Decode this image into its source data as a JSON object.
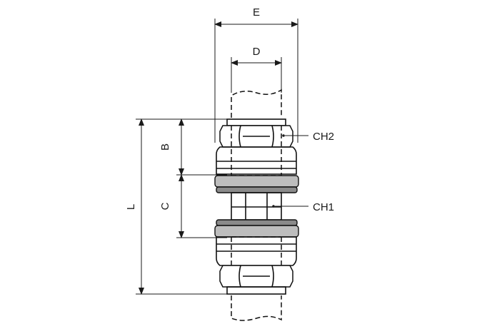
{
  "diagram": {
    "labels": {
      "e": "E",
      "d": "D",
      "l": "L",
      "b": "B",
      "c": "C",
      "ch1": "CH1",
      "ch2": "CH2"
    }
  }
}
